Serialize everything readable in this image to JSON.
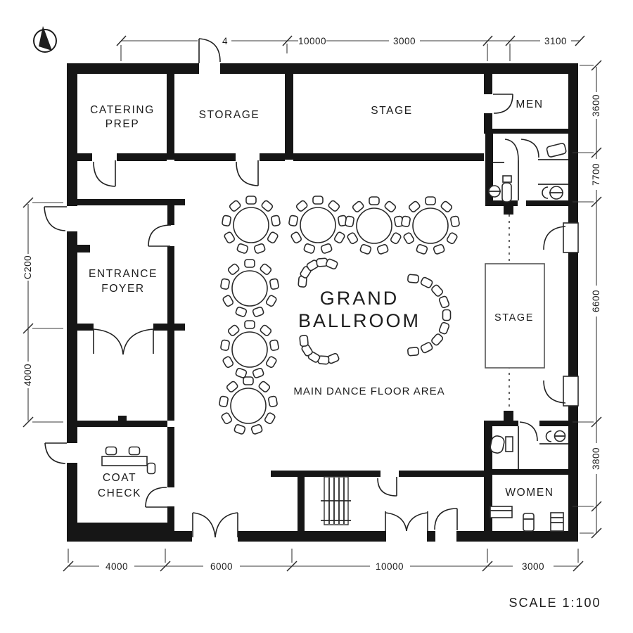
{
  "plan": {
    "rooms": {
      "catering_prep": [
        "CATERING",
        "PREP"
      ],
      "storage": "STORAGE",
      "stage_top": "STAGE",
      "men": "MEN",
      "entrance_foyer": [
        "ENTRANCE",
        "FOYER"
      ],
      "grand_ballroom": [
        "GRAND",
        "BALLROOM"
      ],
      "dance_floor_note": "MAIN DANCE FLOOR AREA",
      "stage_right": "STAGE",
      "coat_check": [
        "COAT",
        "CHECK"
      ],
      "women": "WOMEN"
    },
    "dimensions": {
      "top": [
        "4",
        "10000",
        "3000",
        "3100"
      ],
      "right": [
        "3600",
        "7700",
        "6600",
        "3800"
      ],
      "bottom": [
        "4000",
        "6000",
        "10000",
        "3000"
      ],
      "left": [
        "C200",
        "4000"
      ]
    },
    "scale_label": "SCALE 1:100",
    "icons": {
      "north_arrow": "north-compass-arrow"
    },
    "colors": {
      "ink": "#1d1d1d",
      "wall": "#161616",
      "background": "#ffffff"
    }
  }
}
